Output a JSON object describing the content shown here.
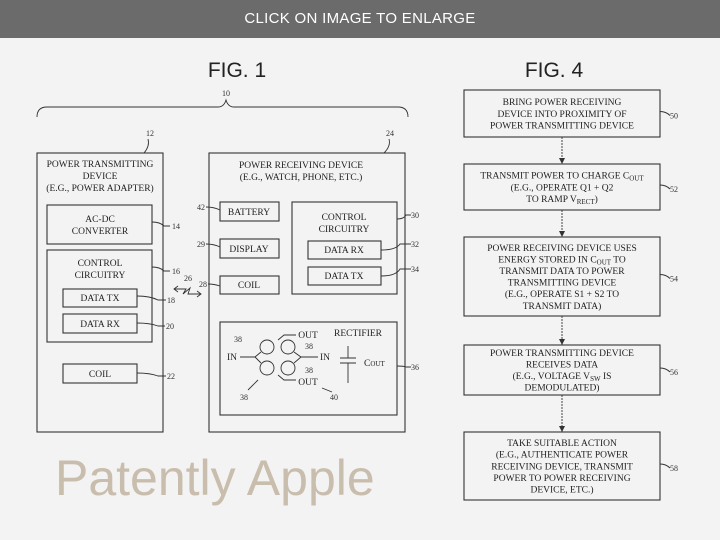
{
  "banner": {
    "text": "CLICK ON IMAGE TO ENLARGE"
  },
  "watermark": "Patently Apple",
  "fig1": {
    "title": "FIG. 1",
    "ref_system": "10",
    "transmitter": {
      "ref": "12",
      "lines": [
        "POWER TRANSMITTING",
        "DEVICE",
        "(E.G., POWER ADAPTER)"
      ],
      "acdc": {
        "lines": [
          "AC-DC",
          "CONVERTER"
        ],
        "ref": "14"
      },
      "control": {
        "lines": [
          "CONTROL",
          "CIRCUITRY"
        ],
        "ref": "16"
      },
      "data_tx": {
        "label": "DATA TX",
        "ref": "18"
      },
      "data_rx": {
        "label": "DATA RX",
        "ref": "20"
      },
      "coil": {
        "label": "COIL",
        "ref": "22"
      }
    },
    "link_ref": "26",
    "receiver": {
      "ref": "24",
      "lines": [
        "POWER RECEIVING DEVICE",
        "(E.G., WATCH, PHONE, ETC.)"
      ],
      "battery": {
        "label": "BATTERY",
        "ref": "42"
      },
      "display": {
        "label": "DISPLAY",
        "ref": "29"
      },
      "coil": {
        "label": "COIL",
        "ref": "28"
      },
      "control": {
        "lines": [
          "CONTROL",
          "CIRCUITRY"
        ],
        "ref": "30"
      },
      "data_rx": {
        "label": "DATA RX",
        "ref": "32"
      },
      "data_tx": {
        "label": "DATA TX",
        "ref": "34"
      },
      "rectifier": {
        "label": "RECTIFIER",
        "ref": "36",
        "bridge_ref": "40",
        "diode_ref": "38",
        "in": "IN",
        "out": "OUT",
        "cap_main": "C",
        "cap_sub": "OUT"
      }
    }
  },
  "fig4": {
    "title": "FIG. 4",
    "steps": [
      {
        "ref": "50",
        "lines": [
          {
            "text": "BRING POWER RECEIVING"
          },
          {
            "text": "DEVICE INTO PROXIMITY OF"
          },
          {
            "text": "POWER TRANSMITTING DEVICE"
          }
        ]
      },
      {
        "ref": "52",
        "lines": [
          {
            "text": "TRANSMIT POWER TO CHARGE C",
            "sub": "OUT"
          },
          {
            "text": "(E.G., OPERATE Q1 + Q2"
          },
          {
            "text": "TO RAMP V",
            "sub": "RECT",
            "after": ")"
          }
        ]
      },
      {
        "ref": "54",
        "lines": [
          {
            "text": "POWER RECEIVING DEVICE USES"
          },
          {
            "text": "ENERGY STORED IN C",
            "sub": "OUT",
            "after": " TO"
          },
          {
            "text": "TRANSMIT DATA TO POWER"
          },
          {
            "text": "TRANSMITTING DEVICE"
          },
          {
            "text": "(E.G., OPERATE S1 + S2 TO"
          },
          {
            "text": "TRANSMIT DATA)"
          }
        ]
      },
      {
        "ref": "56",
        "lines": [
          {
            "text": "POWER TRANSMITTING DEVICE"
          },
          {
            "text": "RECEIVES DATA"
          },
          {
            "text": "(E.G., VOLTAGE V",
            "sub": "SW",
            "after": " IS"
          },
          {
            "text": "DEMODULATED)"
          }
        ]
      },
      {
        "ref": "58",
        "lines": [
          {
            "text": "TAKE SUITABLE ACTION"
          },
          {
            "text": "(E.G., AUTHENTICATE POWER"
          },
          {
            "text": "RECEIVING DEVICE, TRANSMIT"
          },
          {
            "text": "POWER TO POWER RECEIVING"
          },
          {
            "text": "DEVICE, ETC.)"
          }
        ]
      }
    ]
  }
}
